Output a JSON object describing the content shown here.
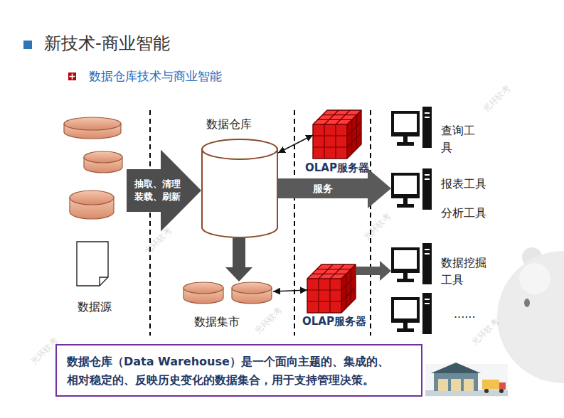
{
  "diagram": {
    "title": "新技术-商业智能",
    "caption": "数据仓库（Data Warehouse）是一个面向主题的、集成的、相对稳定的、反映历史变化的数据集合，用于支持管理决策。",
    "nodes": [
      {
        "text": [
          "数据源"
        ]
      },
      {
        "text": [
          "数据仓库"
        ]
      },
      {
        "text": [
          "OLAP服务器"
        ]
      },
      {
        "text": [
          "数据集市"
        ]
      },
      {
        "text": [
          "OLAP服务器"
        ]
      },
      {
        "text": [
          "查询工具"
        ]
      },
      {
        "text": [
          "报表工具",
          "分析工具"
        ]
      },
      {
        "text": [
          "数据挖掘工具"
        ]
      },
      {
        "text": [
          "......"
        ]
      }
    ],
    "edges": [
      {
        "from": 0,
        "to": 1,
        "arrow": "to",
        "label": "抽取、清理 装载、刷新"
      },
      {
        "from": 1,
        "to": 2,
        "arrow": "both"
      },
      {
        "from": 1,
        "to": 3,
        "arrow": "to"
      },
      {
        "from": 3,
        "to": 4,
        "arrow": "both"
      },
      {
        "from": 4,
        "to": 7,
        "arrow": "to"
      },
      {
        "from": 1,
        "to": 6,
        "arrow": "to",
        "label": "服务"
      }
    ],
    "labels": [
      "数据仓库技术与商业智能",
      "光环软考",
      "光环软考",
      "光环软考",
      "光环软考",
      "光环软考",
      "光环软考"
    ]
  }
}
